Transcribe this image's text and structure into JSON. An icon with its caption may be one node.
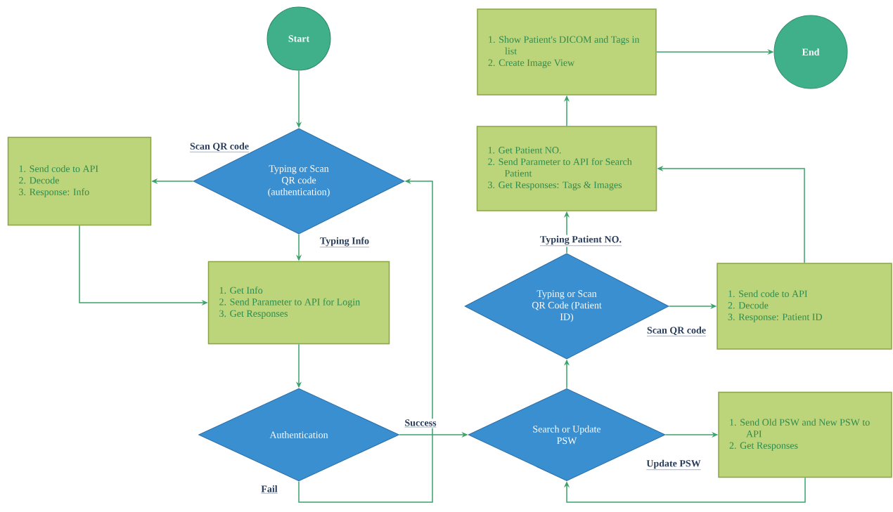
{
  "diagram": {
    "nodes": [
      {
        "text": [
          "Start"
        ]
      },
      {
        "text": [
          "1. Show Patient's DICOM and Tags in list",
          "2. Create Image View"
        ]
      },
      {
        "text": [
          "End"
        ]
      },
      {
        "text": [
          "1. Send code to API",
          "2. Decode",
          "3. Response: Info"
        ]
      },
      {
        "text": [
          "Typing or Scan QR code (authentication)"
        ]
      },
      {
        "text": [
          "1. Get Patient NO.",
          "2. Send Parameter to API for Search Patient",
          "3. Get Responses: Tags & Images"
        ]
      },
      {
        "text": [
          "1. Get Info",
          "2. Send Parameter to API for Login",
          "3. Get Responses"
        ]
      },
      {
        "text": [
          "Typing or Scan QR Code (Patient ID)"
        ]
      },
      {
        "text": [
          "1. Send code to API",
          "2. Decode",
          "3. Response: Patient ID"
        ]
      },
      {
        "text": [
          "Authentication"
        ]
      },
      {
        "text": [
          "Search or Update PSW"
        ]
      },
      {
        "text": [
          "1. Send Old PSW and New PSW to API",
          "2. Get Responses"
        ]
      }
    ],
    "edges": [
      {
        "from": 0,
        "to": 4,
        "arrow": "to"
      },
      {
        "from": 4,
        "to": 3,
        "arrow": "to",
        "label": "Scan QR code"
      },
      {
        "from": 4,
        "to": 6,
        "arrow": "to",
        "label": "Typing Info"
      },
      {
        "from": 3,
        "to": 6,
        "arrow": "to"
      },
      {
        "from": 6,
        "to": 9,
        "arrow": "to"
      },
      {
        "from": 9,
        "to": 10,
        "arrow": "to",
        "label": "Success"
      },
      {
        "from": 9,
        "to": 4,
        "arrow": "to",
        "label": "Fail"
      },
      {
        "from": 10,
        "to": 7,
        "arrow": "to"
      },
      {
        "from": 10,
        "to": 11,
        "arrow": "to",
        "label": "Update PSW"
      },
      {
        "from": 11,
        "to": 10,
        "arrow": "to"
      },
      {
        "from": 7,
        "to": 5,
        "arrow": "to",
        "label": "Typing Patient NO."
      },
      {
        "from": 7,
        "to": 8,
        "arrow": "to",
        "label": "Scan QR code"
      },
      {
        "from": 8,
        "to": 5,
        "arrow": "to"
      },
      {
        "from": 5,
        "to": 1,
        "arrow": "to"
      },
      {
        "from": 1,
        "to": 2,
        "arrow": "to"
      }
    ]
  }
}
